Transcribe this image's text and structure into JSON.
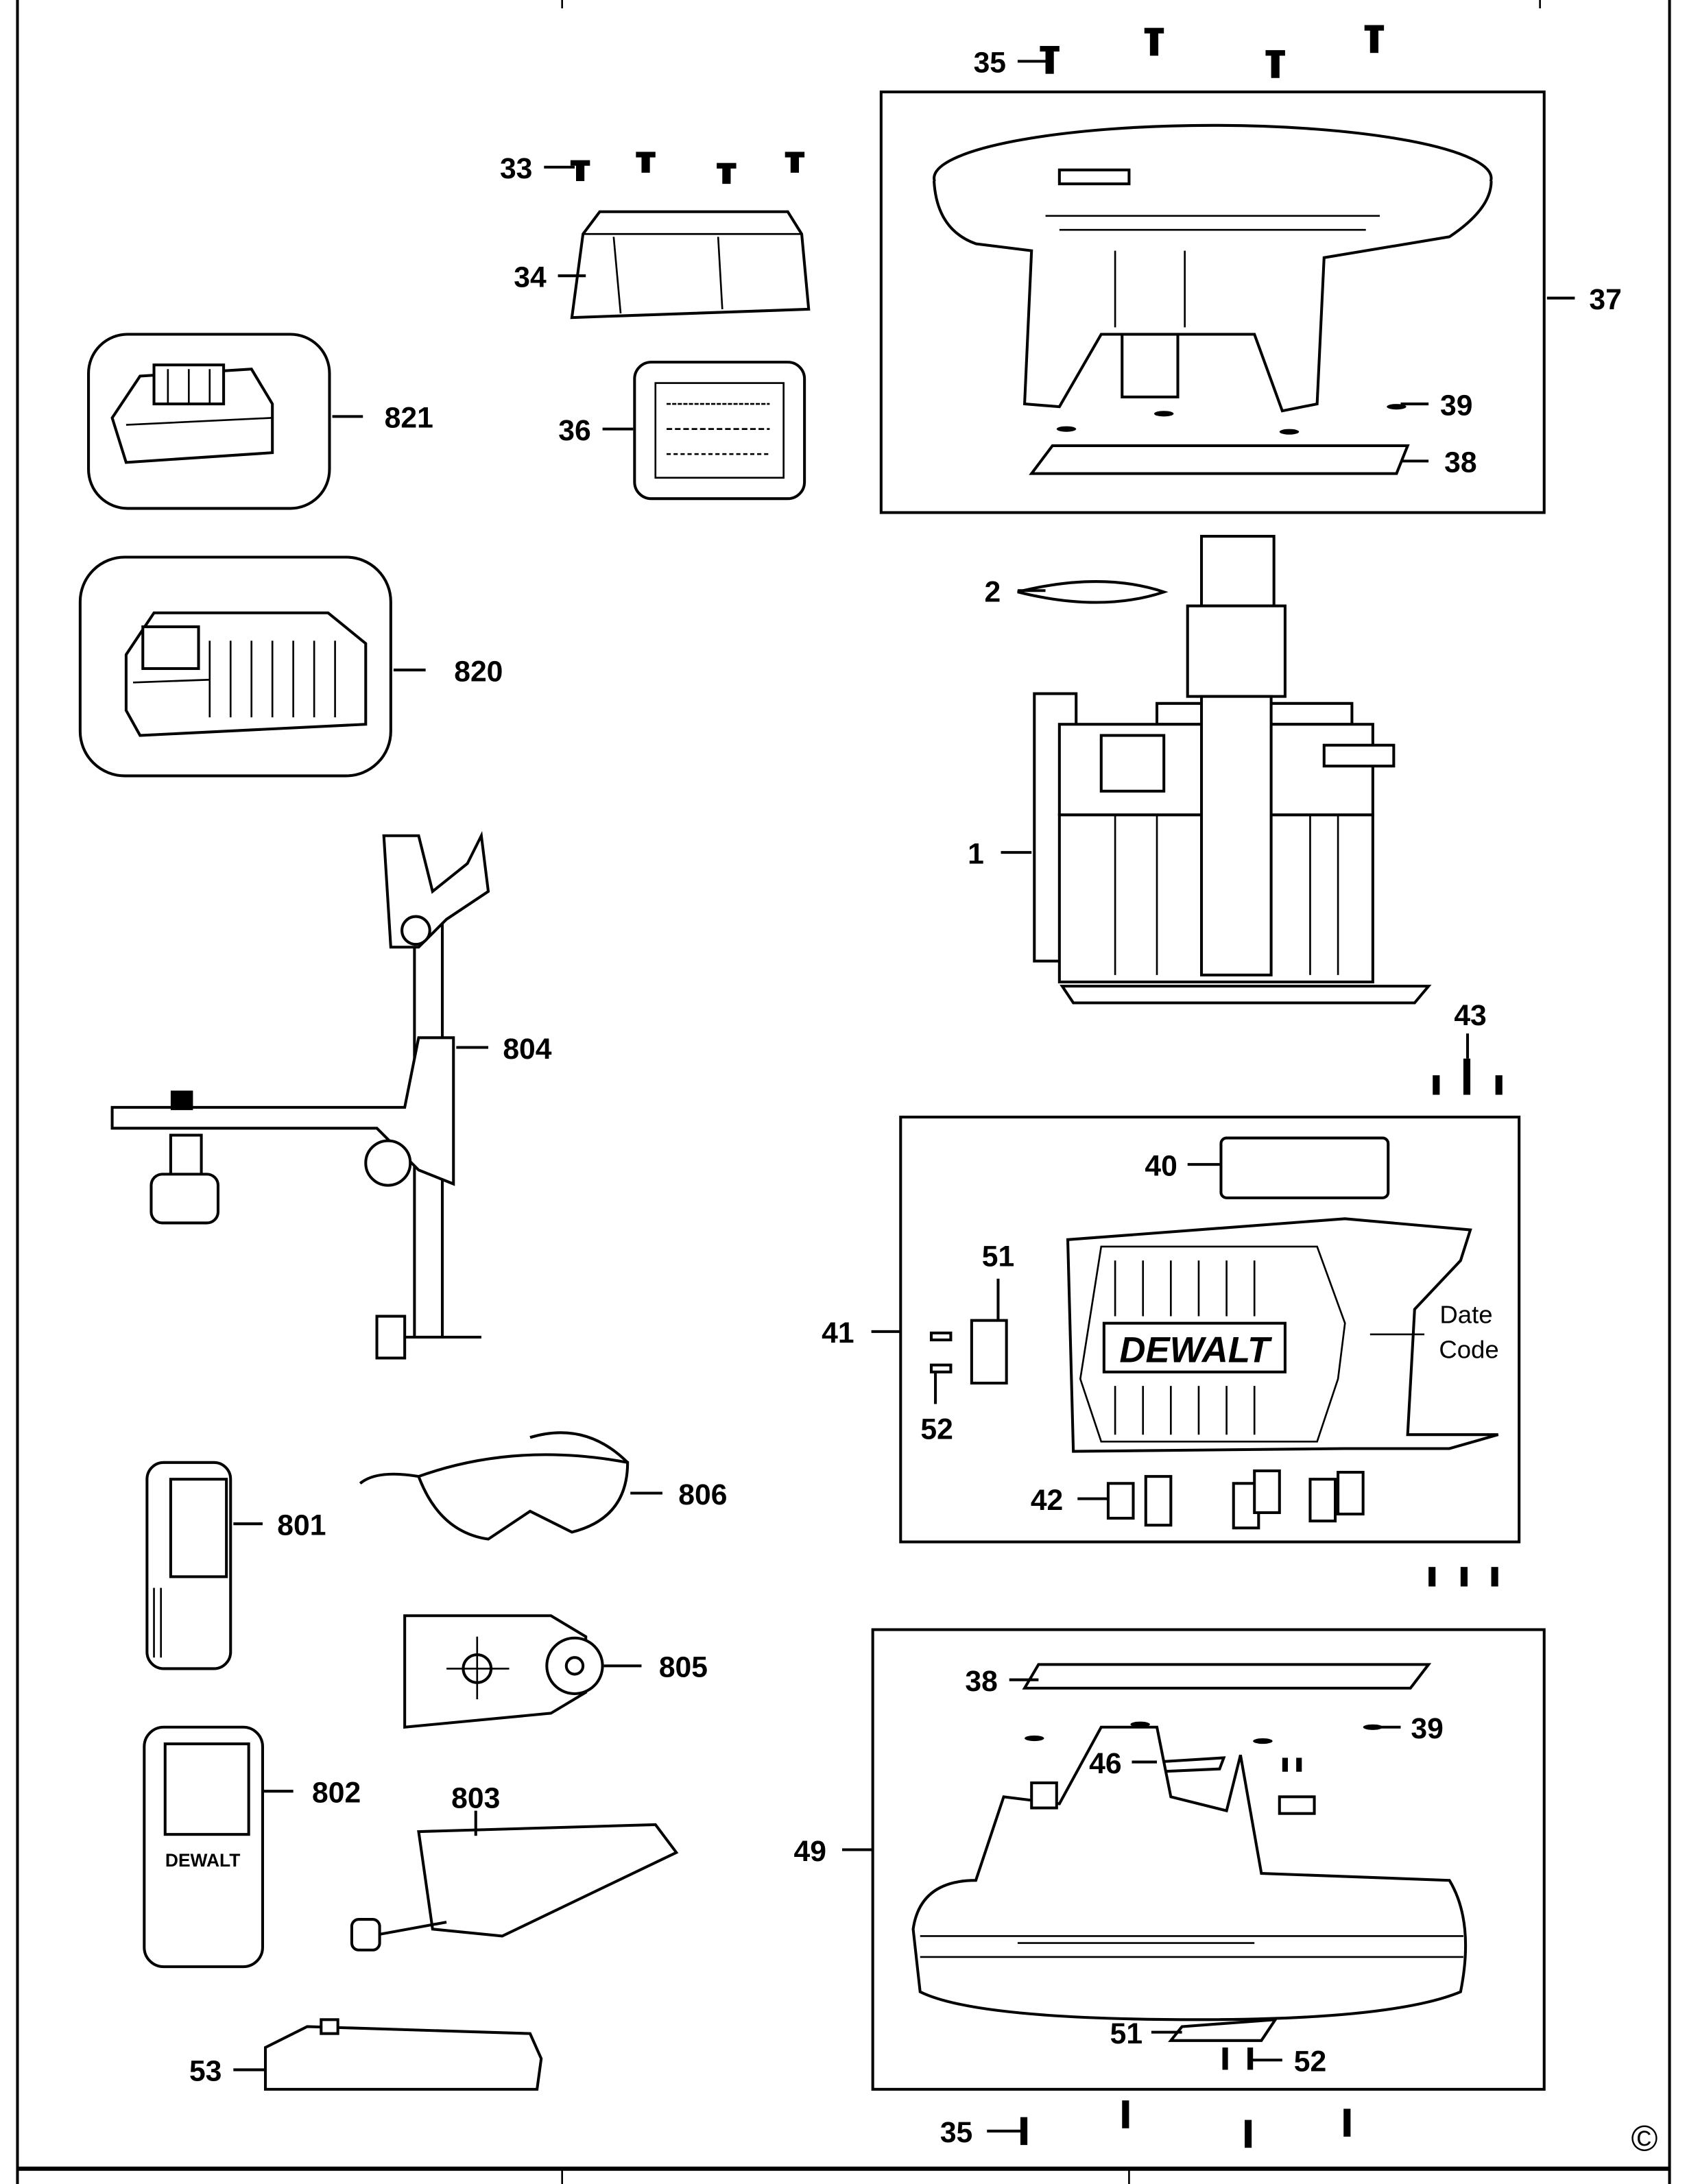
{
  "diagram": {
    "labels": {
      "p35_top": "35",
      "p33": "33",
      "p34": "34",
      "p37": "37",
      "p821": "821",
      "p36": "36",
      "p39_top": "39",
      "p38_top": "38",
      "p2": "2",
      "p820": "820",
      "p1": "1",
      "p804": "804",
      "p43": "43",
      "p40": "40",
      "p51_mid": "51",
      "p41": "41",
      "p52_mid": "52",
      "p42": "42",
      "p806": "806",
      "p801": "801",
      "p805": "805",
      "p38_bot": "38",
      "p39_bot": "39",
      "p46": "46",
      "p802": "802",
      "p803": "803",
      "p49": "49",
      "p51_bot": "51",
      "p52_bot": "52",
      "p53": "53",
      "p35_bot": "35"
    },
    "date_code": {
      "line1": "Date",
      "line2": "Code"
    },
    "brand_marks": [
      "DEWALT"
    ],
    "copyright": "©"
  }
}
